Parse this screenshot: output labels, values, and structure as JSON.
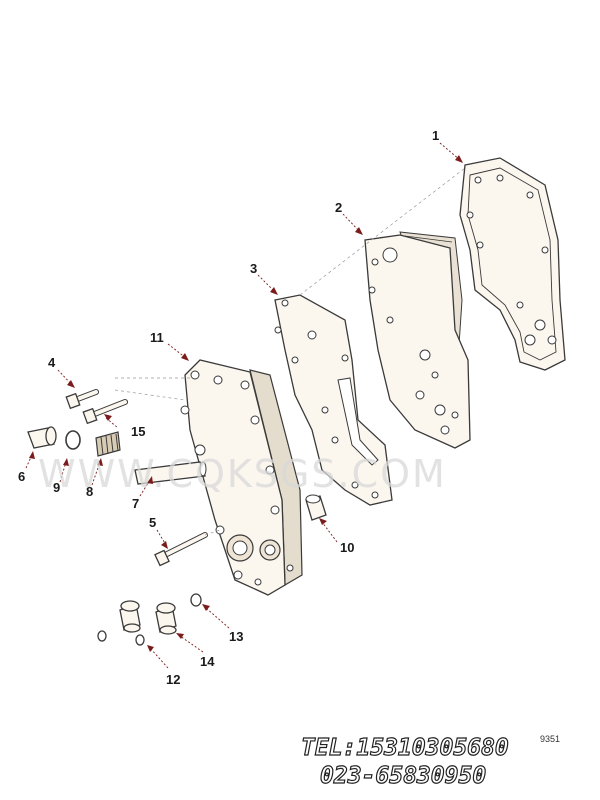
{
  "diagram": {
    "callouts": {
      "c1": "1",
      "c2": "2",
      "c3": "3",
      "c4": "4",
      "c5": "5",
      "c6": "6",
      "c7": "7",
      "c8": "8",
      "c9": "9",
      "c10": "10",
      "c11": "11",
      "c12": "12",
      "c13": "13",
      "c14": "14",
      "c15": "15"
    },
    "watermark": "WWW.CQKSGS.COM",
    "contact_tel": "TEL:15310305680",
    "contact_phone": "023-65830950",
    "figure_code": "9351"
  }
}
